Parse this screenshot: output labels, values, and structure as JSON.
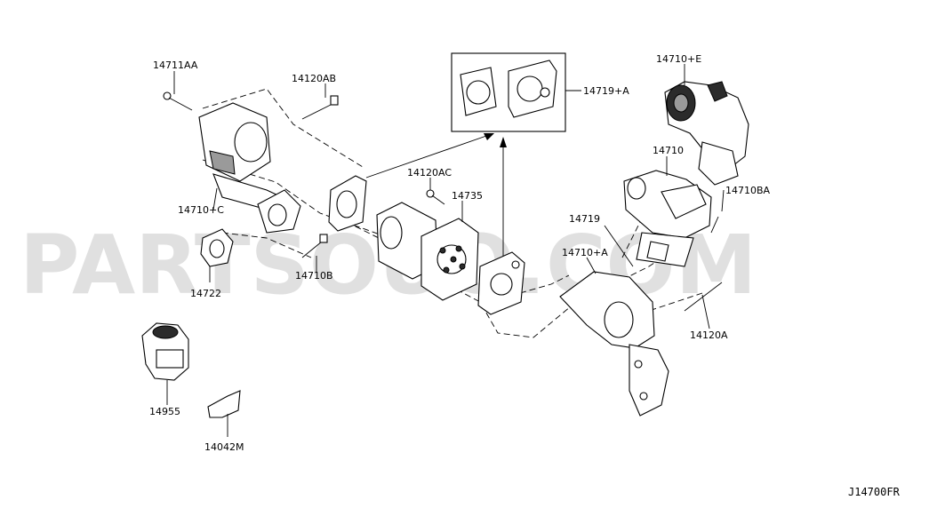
{
  "watermark": "PARTSOUQ.COM",
  "diagram_code": "J14700FR",
  "labels": {
    "p14711AA": "14711AA",
    "p14120AB": "14120AB",
    "p14710E": "14710+E",
    "p14719A": "14719+A",
    "p14710": "14710",
    "p14120AC": "14120AC",
    "p14735": "14735",
    "p14710BA": "14710BA",
    "p14719": "14719",
    "p14710C": "14710+C",
    "p14710A": "14710+A",
    "p14710B": "14710B",
    "p14722": "14722",
    "p14120A": "14120A",
    "p14955": "14955",
    "p14042M": "14042M"
  }
}
